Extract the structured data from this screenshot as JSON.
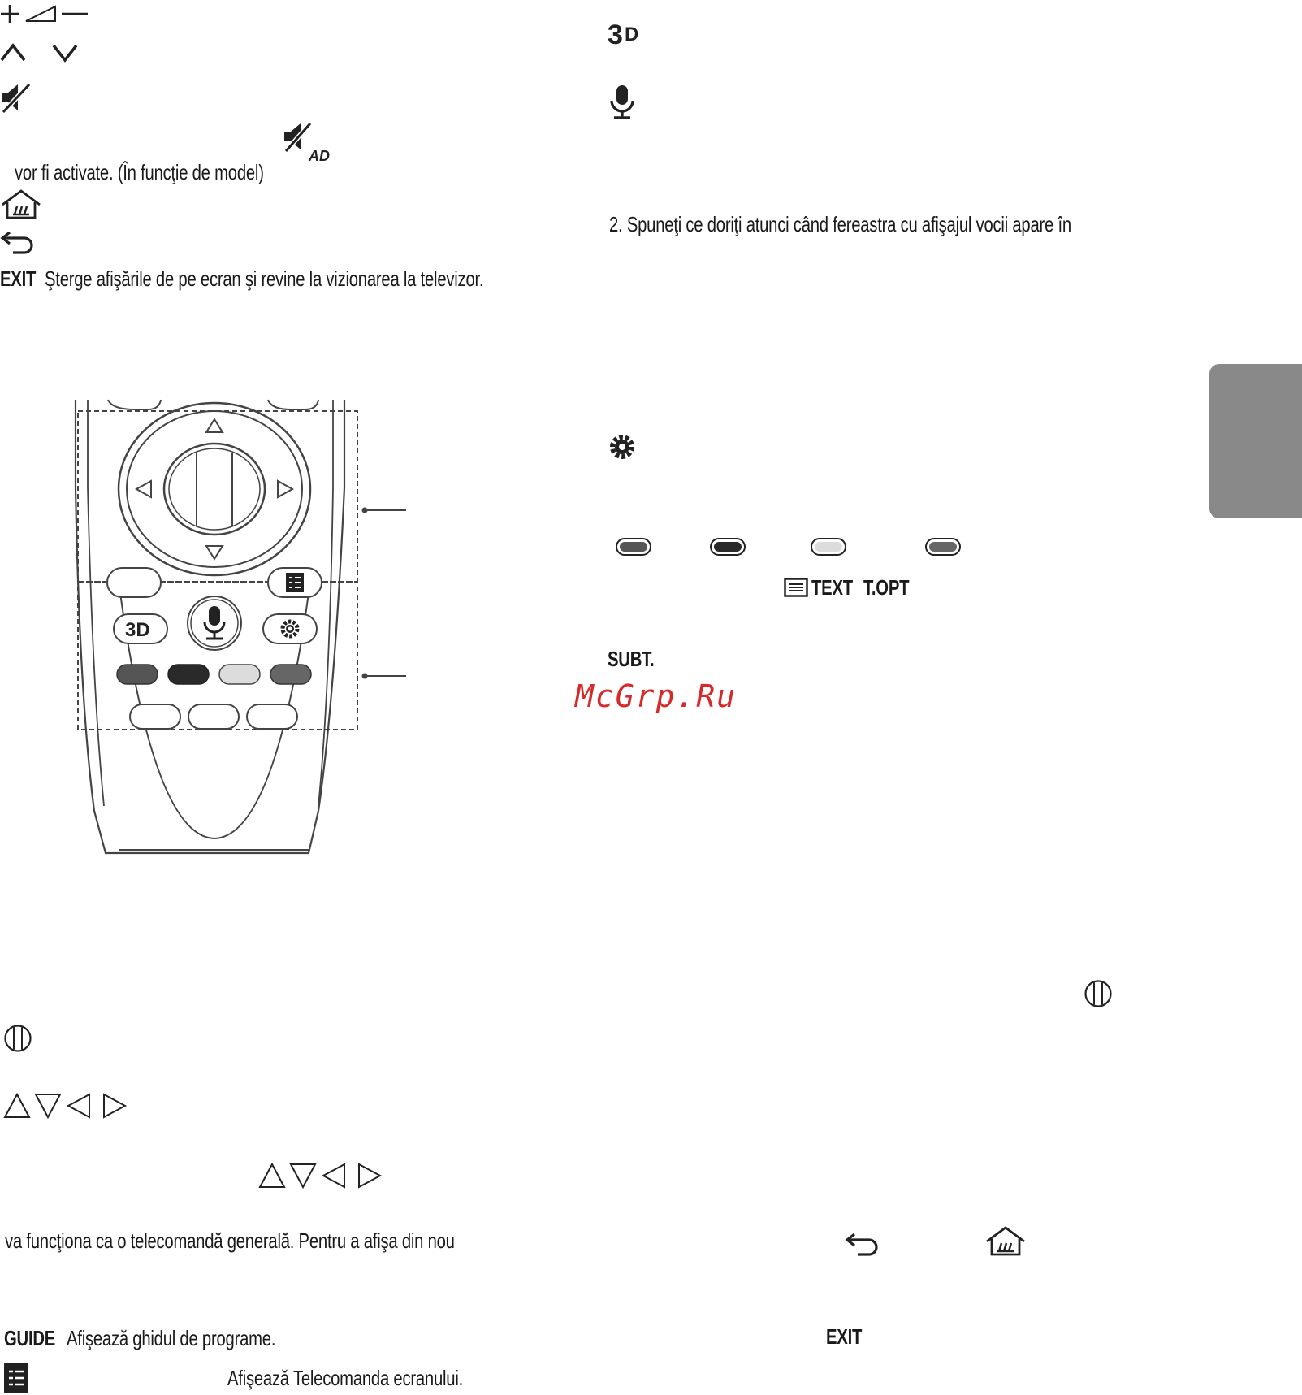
{
  "left": {
    "ad_text": "vor fi activate. (În funcţie de model)",
    "exit_label": "EXIT",
    "exit_text": "Şterge afişările de pe ecran şi revine la vizionarea la televizor.",
    "general_text": "va funcţiona ca o telecomandă generală. Pentru a afişa din nou",
    "guide_label": "GUIDE",
    "guide_text": "Afişează ghidul de programe.",
    "screen_remote_text": "Afişează Telecomanda ecranului."
  },
  "right": {
    "step2": "2.  Spuneţi ce doriţi atunci când fereastra cu afişajul vocii apare în",
    "text_label": "TEXT",
    "topt_label": "T.OPT",
    "subt_label": "SUBT.",
    "exit_label": "EXIT",
    "watermark": "McGrp.Ru"
  },
  "icons": {
    "left": [
      "volume-up-down-icon",
      "channel-up-down-icon",
      "mute-icon",
      "audio-description-icon",
      "home-icon",
      "back-icon",
      "wheel-icon",
      "arrow-keys-icon",
      "screen-remote-icon"
    ],
    "right": [
      "3d-icon",
      "microphone-icon",
      "settings-icon",
      "color-buttons-icon",
      "teletext-icon",
      "wheel-icon",
      "back-icon",
      "home-icon"
    ]
  },
  "colors": {
    "side_tab": "#898989",
    "watermark": "#d62a2a",
    "red_key": "#555555",
    "green_key": "#2a2a2a",
    "yellow_key": "#dcdcdc",
    "blue_key": "#666666"
  }
}
